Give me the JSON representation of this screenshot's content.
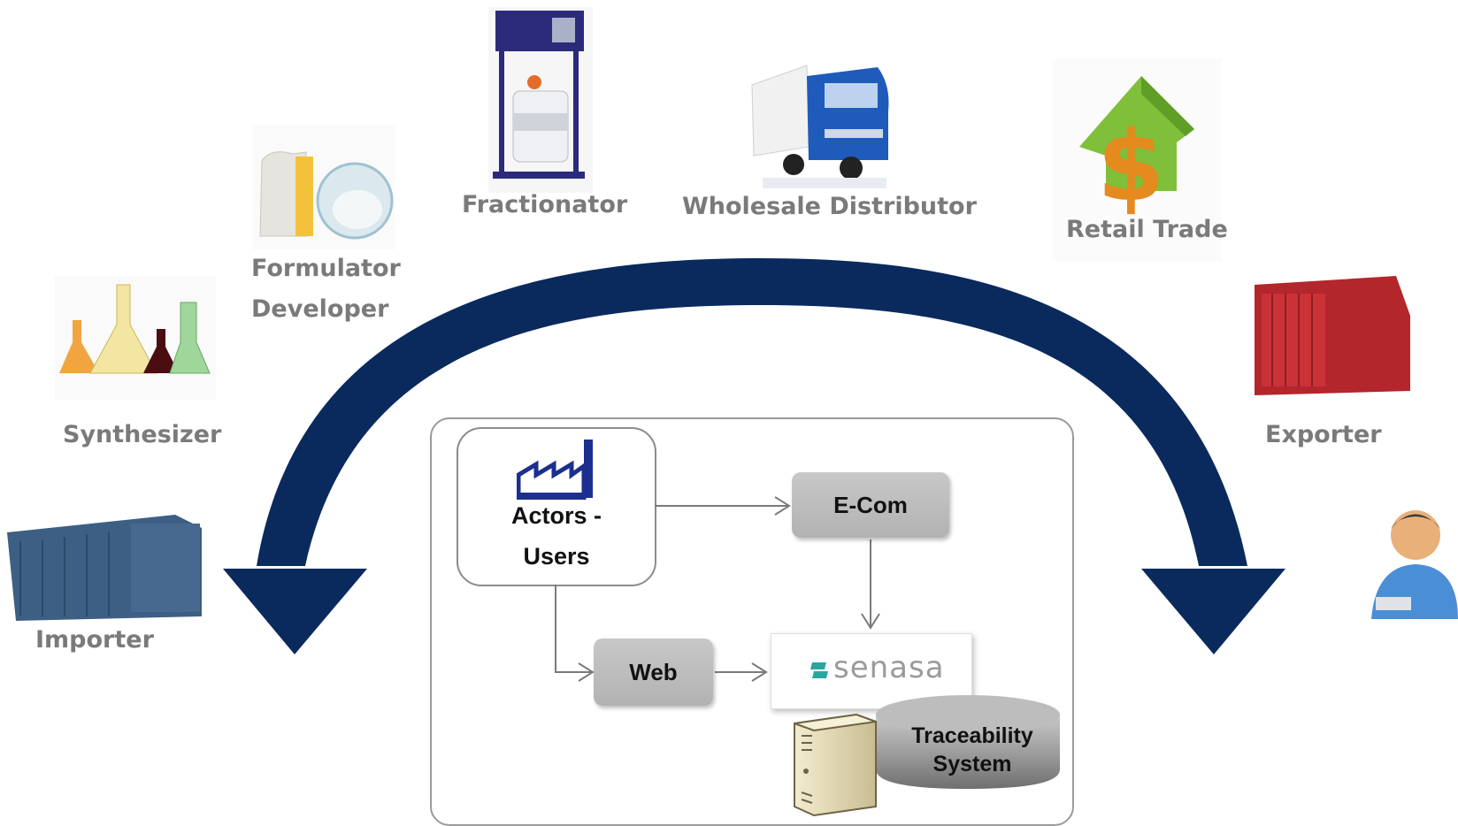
{
  "actors": {
    "fractionator": "Fractionator",
    "wholesale": "Wholesale Distributor",
    "retail": "Retail Trade",
    "formulator_line1": "Formulator",
    "formulator_line2": "Developer",
    "synthesizer": "Synthesizer",
    "exporter": "Exporter",
    "importer": "Importer"
  },
  "system": {
    "actors_line1": "Actors -",
    "actors_line2": "Users",
    "ecom": "E-Com",
    "web": "Web",
    "senasa": "senasa",
    "traceability_line1": "Traceability",
    "traceability_line2": "System"
  },
  "icons": [
    "bags-icon",
    "fractionator-machine-icon",
    "truck-icon",
    "dollar-house-icon",
    "flasks-icon",
    "red-container-icon",
    "blue-container-icon",
    "user-icon",
    "factory-icon",
    "server-icon",
    "database-icon"
  ],
  "colors": {
    "arc": "#0a2a5e",
    "label": "#7a7a7a",
    "box": "#bdbdbd"
  }
}
